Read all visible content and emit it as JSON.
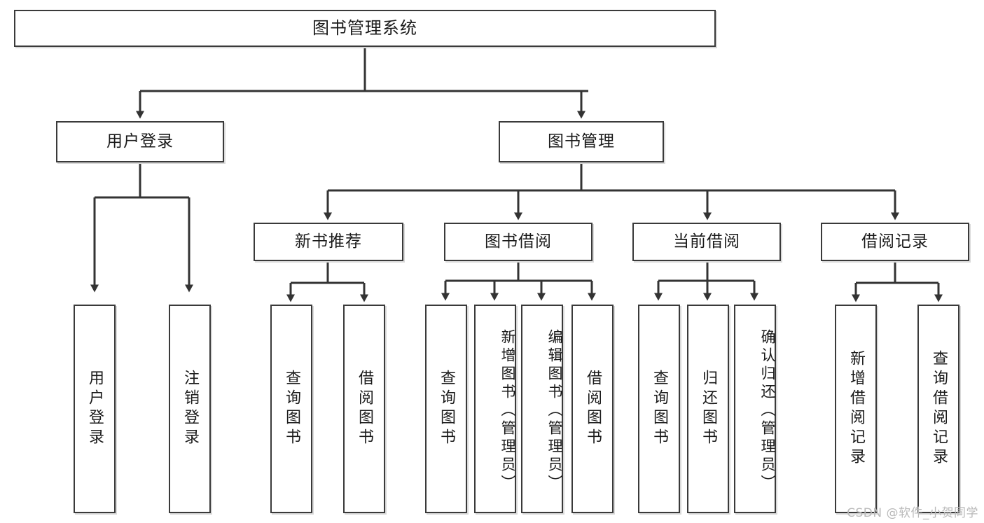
{
  "diagram": {
    "title": "图书管理系统",
    "type": "tree-hierarchy-diagram",
    "watermark": "CSDN @软件_小贺同学",
    "colors": {
      "box_border": "#3a3a3a",
      "box_fill": "#ffffff",
      "connector": "#333333",
      "text": "#1a1a1a",
      "watermark": "#b9b9b9",
      "shadow": "#d9d9d9"
    },
    "root": {
      "label": "图书管理系统"
    },
    "level2": [
      {
        "label": "用户登录"
      },
      {
        "label": "图书管理"
      }
    ],
    "level3": [
      {
        "label": "新书推荐"
      },
      {
        "label": "图书借阅"
      },
      {
        "label": "当前借阅"
      },
      {
        "label": "借阅记录"
      }
    ],
    "leaves": {
      "user_login": [
        {
          "label": "用户登录"
        },
        {
          "label": "注销登录"
        }
      ],
      "new_book_recommend": [
        {
          "label": "查询图书"
        },
        {
          "label": "借阅图书"
        }
      ],
      "book_borrow": [
        {
          "label": "查询图书"
        },
        {
          "label": "新增图书（管理员）"
        },
        {
          "label": "编辑图书（管理员）"
        },
        {
          "label": "借阅图书"
        }
      ],
      "current_borrow": [
        {
          "label": "查询图书"
        },
        {
          "label": "归还图书"
        },
        {
          "label": "确认归还（管理员）"
        }
      ],
      "borrow_record": [
        {
          "label": "新增借阅记录"
        },
        {
          "label": "查询借阅记录"
        }
      ]
    }
  }
}
